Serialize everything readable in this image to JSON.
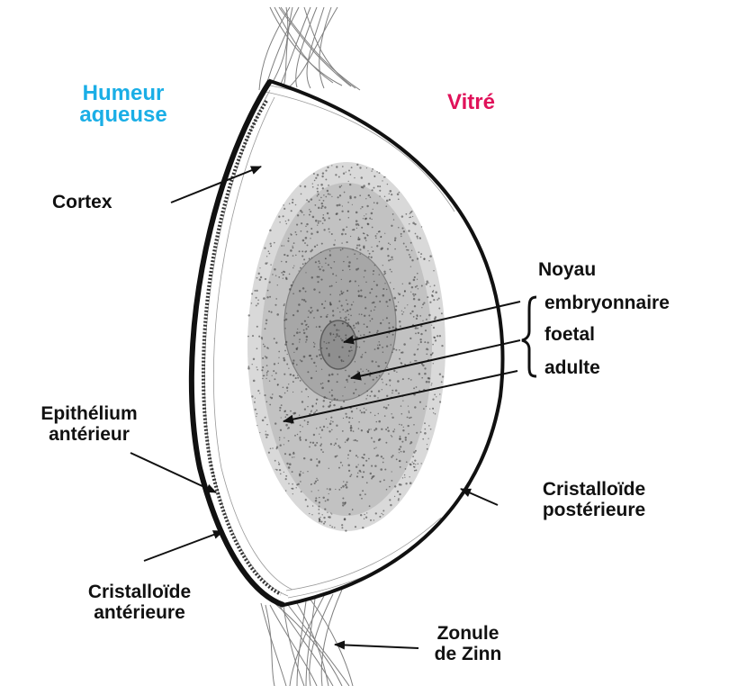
{
  "colors": {
    "humeur": "#1aaee6",
    "vitre": "#e0125a",
    "ink": "#111111",
    "background": "#ffffff"
  },
  "labels": {
    "humeur_aqueuse": {
      "line1": "Humeur",
      "line2": "aqueuse"
    },
    "vitre": "Vitré",
    "cortex": "Cortex",
    "noyau": {
      "title": "Noyau",
      "items": [
        "embryonnaire",
        "foetal",
        "adulte"
      ]
    },
    "epithelium": {
      "line1": "Epithélium",
      "line2": "antérieur"
    },
    "cristalloide_posterieure": {
      "line1": "Cristalloïde",
      "line2": "postérieure"
    },
    "cristalloide_anterieure": {
      "line1": "Cristalloïde",
      "line2": "antérieure"
    },
    "zonule": {
      "line1": "Zonule",
      "line2": "de Zinn"
    }
  }
}
